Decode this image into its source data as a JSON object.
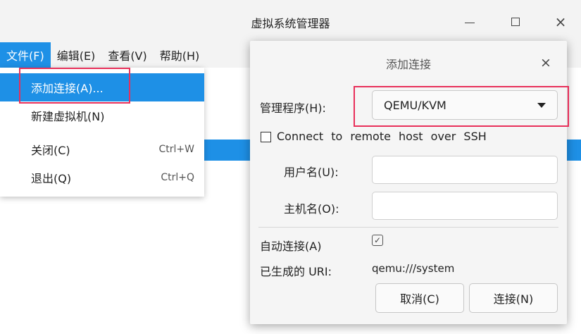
{
  "window": {
    "title": "虚拟系统管理器",
    "minimize_glyph": "—",
    "maximize_glyph": "□",
    "close_glyph": "×"
  },
  "menubar": {
    "items": [
      {
        "label": "文件(F)"
      },
      {
        "label": "编辑(E)"
      },
      {
        "label": "查看(V)"
      },
      {
        "label": "帮助(H)"
      }
    ]
  },
  "file_menu": {
    "items": [
      {
        "label": "添加连接(A)...",
        "shortcut": ""
      },
      {
        "label": "新建虚拟机(N)",
        "shortcut": ""
      },
      {
        "label": "关闭(C)",
        "shortcut": "Ctrl+W"
      },
      {
        "label": "退出(Q)",
        "shortcut": "Ctrl+Q"
      }
    ]
  },
  "dialog": {
    "title": "添加连接",
    "close_glyph": "×",
    "hypervisor_label": "管理程序(H):",
    "hypervisor_value": "QEMU/KVM",
    "ssh_checkbox_label": "Connect to remote host over SSH",
    "ssh_checked": false,
    "username_label": "用户名(U):",
    "username_value": "",
    "hostname_label": "主机名(O):",
    "hostname_value": "",
    "autoconnect_label": "自动连接(A)",
    "autoconnect_checked": true,
    "uri_label": "已生成的 URI:",
    "uri_value": "qemu:///system",
    "cancel_label": "取消(C)",
    "connect_label": "连接(N)"
  },
  "colors": {
    "accent": "#1e90e6",
    "highlight_box": "#e8305a",
    "titlebar_bg": "#f3f3f3",
    "dialog_bg": "#f5f5f5"
  },
  "icons": [
    "minimize-icon",
    "maximize-icon",
    "close-icon",
    "dropdown-arrow-icon",
    "checkmark-icon"
  ]
}
